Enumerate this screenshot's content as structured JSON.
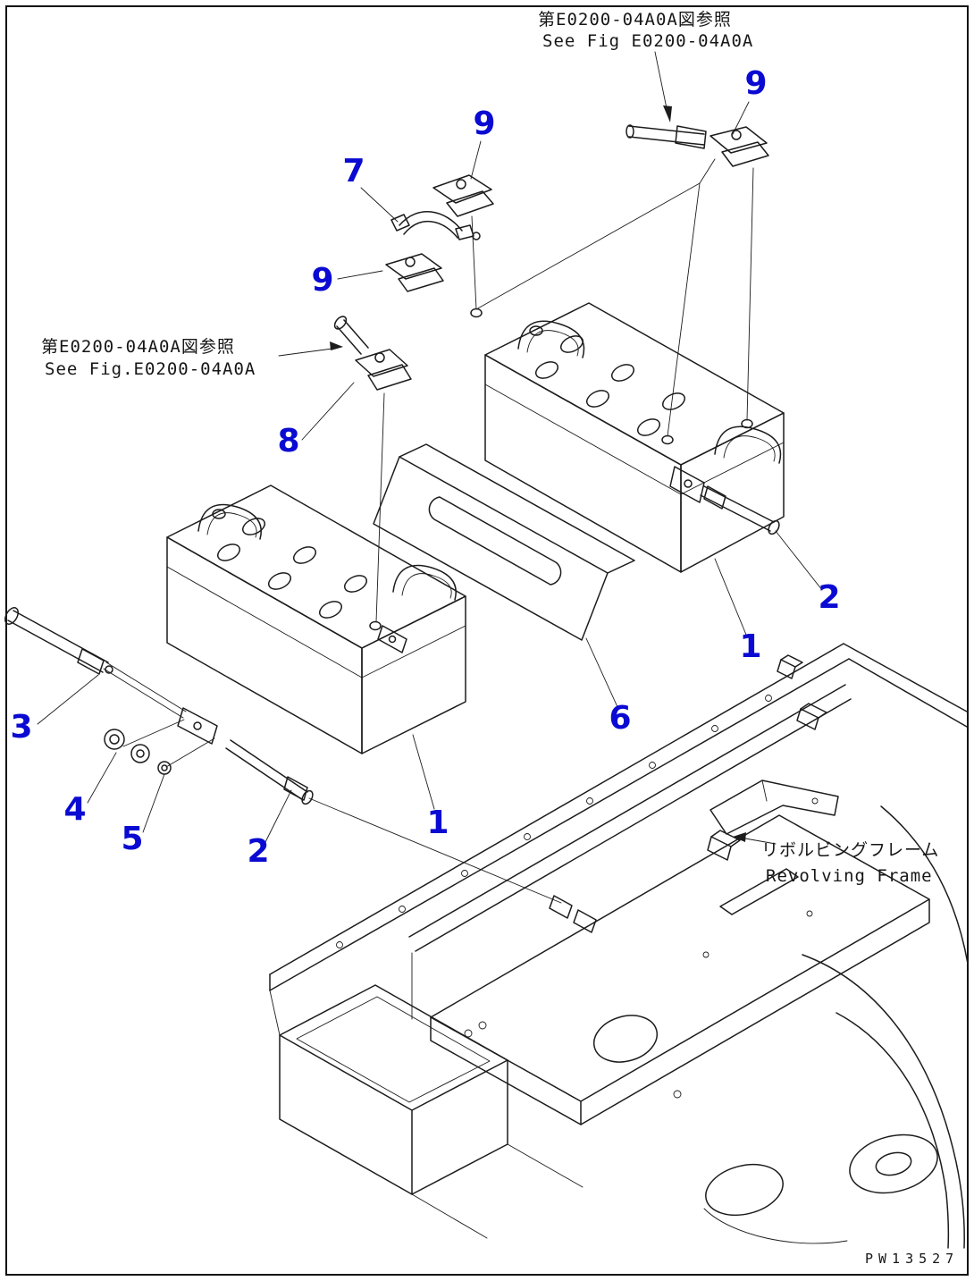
{
  "colors": {
    "background": "#ffffff",
    "line": "#1c1c1c",
    "callout": "#0a0ad2"
  },
  "annotations": {
    "top_reference_jp": "第E0200-04A0A図参照",
    "top_reference_en": "See Fig E0200-04A0A",
    "left_reference_jp": "第E0200-04A0A図参照",
    "left_reference_en": "See Fig.E0200-04A0A",
    "revolving_frame_jp": "リボルビングフレーム",
    "revolving_frame_en": "Revolving Frame",
    "drawing_number": "PW13527"
  },
  "callouts": [
    {
      "label": "9"
    },
    {
      "label": "9"
    },
    {
      "label": "7"
    },
    {
      "label": "9"
    },
    {
      "label": "8"
    },
    {
      "label": "2"
    },
    {
      "label": "1"
    },
    {
      "label": "6"
    },
    {
      "label": "3"
    },
    {
      "label": "4"
    },
    {
      "label": "5"
    },
    {
      "label": "2"
    },
    {
      "label": "1"
    }
  ]
}
